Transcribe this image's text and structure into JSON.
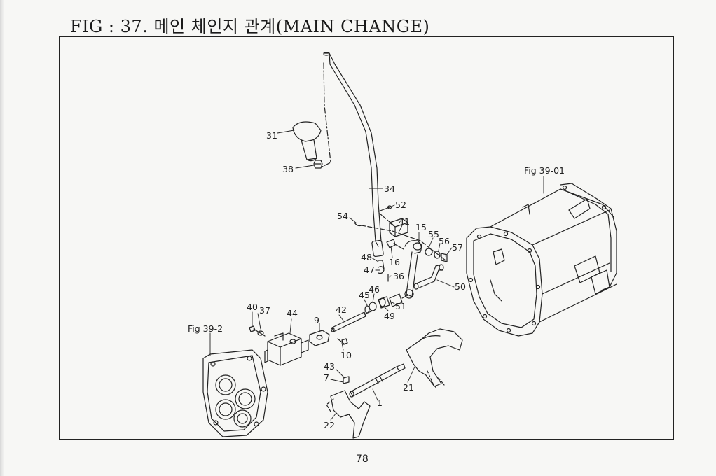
{
  "page": {
    "title": "FIG : 37. 메인 체인지 관계(MAIN CHANGE)",
    "page_number": "78"
  },
  "callouts": [
    {
      "id": "31",
      "label": "31"
    },
    {
      "id": "38",
      "label": "38"
    },
    {
      "id": "34",
      "label": "34"
    },
    {
      "id": "52",
      "label": "52"
    },
    {
      "id": "54",
      "label": "54"
    },
    {
      "id": "41",
      "label": "41"
    },
    {
      "id": "15",
      "label": "15"
    },
    {
      "id": "55",
      "label": "55"
    },
    {
      "id": "56",
      "label": "56"
    },
    {
      "id": "57",
      "label": "57"
    },
    {
      "id": "48",
      "label": "48"
    },
    {
      "id": "16",
      "label": "16"
    },
    {
      "id": "47",
      "label": "47"
    },
    {
      "id": "36",
      "label": "36"
    },
    {
      "id": "50",
      "label": "50"
    },
    {
      "id": "45",
      "label": "45"
    },
    {
      "id": "46",
      "label": "46"
    },
    {
      "id": "51",
      "label": "51"
    },
    {
      "id": "49",
      "label": "49"
    },
    {
      "id": "40",
      "label": "40"
    },
    {
      "id": "37",
      "label": "37"
    },
    {
      "id": "44",
      "label": "44"
    },
    {
      "id": "9",
      "label": "9"
    },
    {
      "id": "42",
      "label": "42"
    },
    {
      "id": "10",
      "label": "10"
    },
    {
      "id": "43",
      "label": "43"
    },
    {
      "id": "7",
      "label": "7"
    },
    {
      "id": "21",
      "label": "21"
    },
    {
      "id": "1",
      "label": "1"
    },
    {
      "id": "22",
      "label": "22"
    }
  ],
  "references": {
    "fig_39_01": "Fig 39-01",
    "fig_39_2": "Fig 39-2"
  }
}
